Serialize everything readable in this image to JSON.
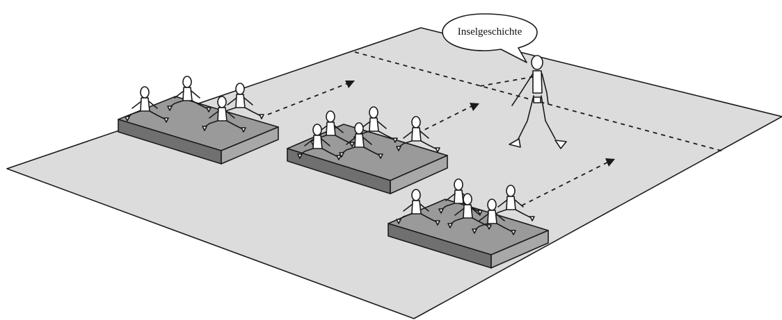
{
  "speech_bubble": {
    "text": "Inselgeschichte"
  },
  "colors": {
    "floor": "#dcdcdc",
    "mat_top": "#9a9a9a",
    "mat_front": "#707070",
    "mat_side": "#a8a8a8",
    "line": "#1a1a1a",
    "figure_fill": "#ffffff"
  },
  "scene": {
    "mats": [
      {
        "name": "mat-island-1",
        "seated_figures": 4
      },
      {
        "name": "mat-island-2",
        "seated_figures": 5
      },
      {
        "name": "mat-island-3",
        "seated_figures": 5
      }
    ],
    "walking_figures": 1,
    "movement_arrows": 3,
    "dashed_divider_lines": 2
  }
}
